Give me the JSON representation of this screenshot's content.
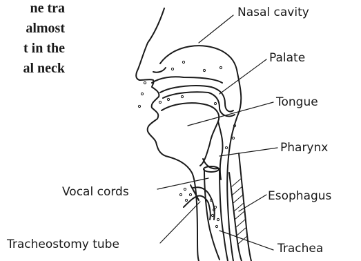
{
  "left_text_fragments": [
    "ne tra",
    "almost",
    "t in the",
    "al neck"
  ],
  "labels": {
    "nasal_cavity": "Nasal cavity",
    "palate": "Palate",
    "tongue": "Tongue",
    "pharynx": "Pharynx",
    "vocal_cords": "Vocal cords",
    "esophagus": "Esophagus",
    "tracheostomy_tube": "Tracheostomy tube",
    "trachea": "Trachea"
  }
}
